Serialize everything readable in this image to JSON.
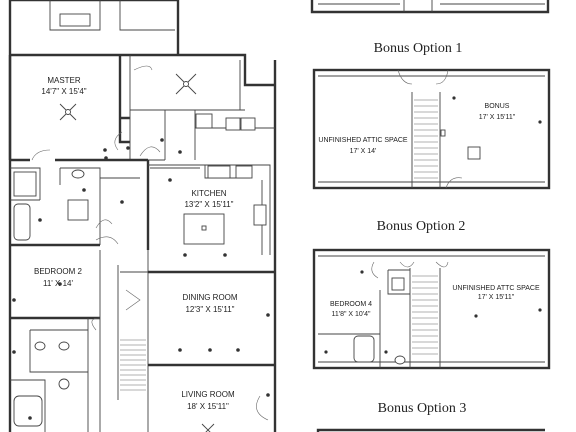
{
  "main_plan": {
    "rooms": {
      "master": {
        "name": "MASTER",
        "dims": "14'7\" X 15'4\""
      },
      "kitchen": {
        "name": "KITCHEN",
        "dims": "13'2\" X 15'11\""
      },
      "bedroom2": {
        "name": "BEDROOM 2",
        "dims": "11' X 14'"
      },
      "dining": {
        "name": "DINING ROOM",
        "dims": "12'3\" X 15'11\""
      },
      "living": {
        "name": "LIVING ROOM",
        "dims": "18' X 15'11\""
      }
    }
  },
  "options": [
    {
      "title": "Bonus Option 1",
      "rooms": {
        "left": {
          "name": "UNFINISHED ATTIC SPACE",
          "dims": "17' X 14'"
        },
        "right": {
          "name": "BONUS",
          "dims": "17' X 15'11\""
        }
      }
    },
    {
      "title": "Bonus Option 2",
      "rooms": {
        "left": {
          "name": "BEDROOM 4",
          "dims": "11'8\" X 10'4\""
        },
        "right": {
          "name": "UNFINISHED ATTC SPACE",
          "dims": "17' X 15'11\""
        }
      }
    },
    {
      "title": "Bonus Option 3"
    }
  ]
}
